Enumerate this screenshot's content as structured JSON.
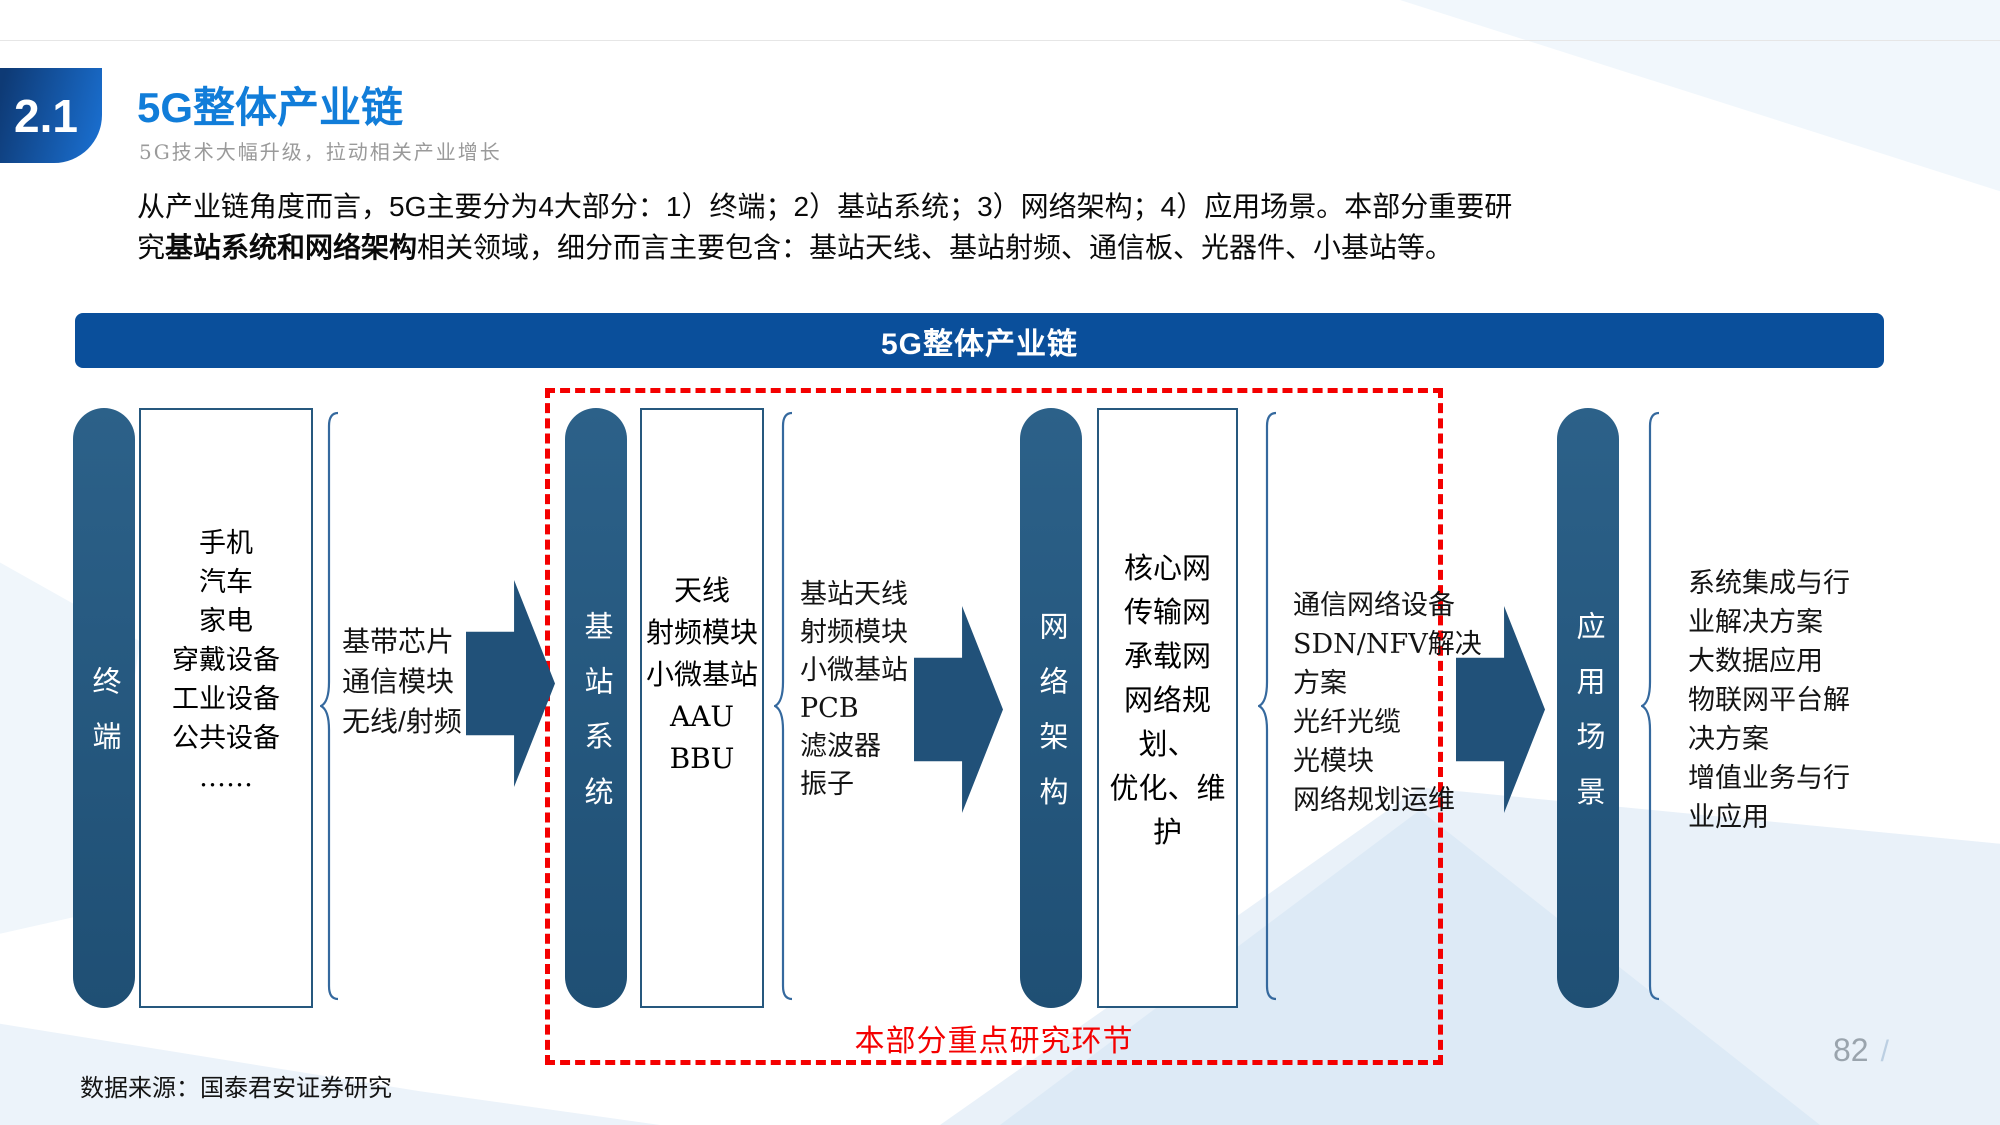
{
  "header": {
    "section_number": "2.1",
    "title": "5G整体产业链",
    "subtitle": "5G技术大幅升级，拉动相关产业增长"
  },
  "intro": {
    "line1": "从产业链角度而言，5G主要分为4大部分：1）终端；2）基站系统；3）网络架构；4）应用场景。本部分重要研",
    "line2_prefix": "究",
    "line2_bold": "基站系统和网络架构",
    "line2_rest": "相关领域，细分而言主要包含：基站天线、基站射频、通信板、光器件、小基站等。"
  },
  "diagram": {
    "banner_title": "5G整体产业链",
    "highlight_label": "本部分重点研究环节",
    "columns": [
      {
        "pill": "终端",
        "box_items": "手机\n汽车\n家电\n穿戴设备\n工业设备\n公共设备\n……",
        "annotation": "基带芯片\n通信模块\n无线/射频"
      },
      {
        "pill": "基站系统",
        "box_items": "天线\n射频模块\n小微基站\nAAU\nBBU",
        "annotation": "基站天线\n射频模块\n小微基站\nPCB\n滤波器\n振子"
      },
      {
        "pill": "网络架构",
        "box_items": "核心网\n传输网\n承载网\n网络规划、\n优化、维护",
        "annotation": "通信网络设备\nSDN/NFV解决\n方案\n光纤光缆\n光模块\n网络规划运维"
      },
      {
        "pill": "应用场景",
        "annotation": "系统集成与行\n业解决方案\n大数据应用\n物联网平台解\n决方案\n增值业务与行\n业应用"
      }
    ]
  },
  "footer": {
    "source": "数据来源：国泰君安证券研究",
    "page_number": "82",
    "page_separator": "/"
  },
  "colors": {
    "banner_blue": "#0a4f9b",
    "pill_blue": "#26587e",
    "title_blue": "#117dd9",
    "highlight_red": "#f40000"
  }
}
